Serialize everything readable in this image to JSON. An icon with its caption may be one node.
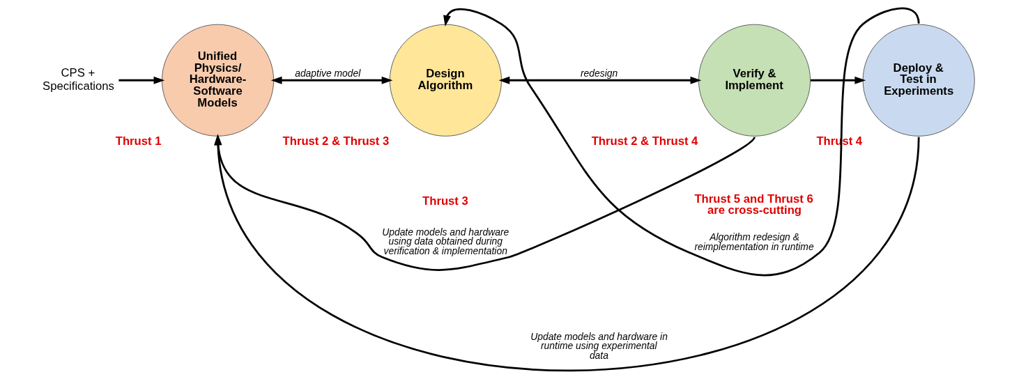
{
  "diagram": {
    "nodes": [
      {
        "text": [
          "CPS + Specifications"
        ]
      },
      {
        "text": [
          "Unified Physics/ Hardware- Software Models"
        ],
        "beside": [
          "Thrust 1"
        ]
      },
      {
        "text": [
          "Design Algorithm"
        ],
        "beside": [
          "Thrust 2 & Thrust 3"
        ]
      },
      {
        "text": [
          "Verify & Implement"
        ],
        "beside": [
          "Thrust 2 & Thrust 4"
        ]
      },
      {
        "text": [
          "Deploy & Test in Experiments"
        ],
        "beside": [
          "Thrust 4"
        ]
      }
    ],
    "edges": [
      {
        "from": 0,
        "to": 1,
        "arrow": "to"
      },
      {
        "from": 1,
        "to": 2,
        "arrow": "both",
        "label": "adaptive model"
      },
      {
        "from": 2,
        "to": 3,
        "arrow": "both",
        "label": "redesign"
      },
      {
        "from": 3,
        "to": 4,
        "arrow": "to"
      },
      {
        "from": 4,
        "to": 2,
        "arrow": "to",
        "label": "Algorithm redesign & reimplementation in runtime"
      },
      {
        "from": 3,
        "to": 1,
        "arrow": "to",
        "label": "Update models and hardware using data obtained during verification & implementation"
      },
      {
        "from": 4,
        "to": 1,
        "arrow": "to",
        "label": "Update models and hardware in runtime using experimental data"
      }
    ],
    "labels": [
      "Thrust 5 and Thrust 6 are cross-cutting",
      "Thrust 3"
    ]
  }
}
